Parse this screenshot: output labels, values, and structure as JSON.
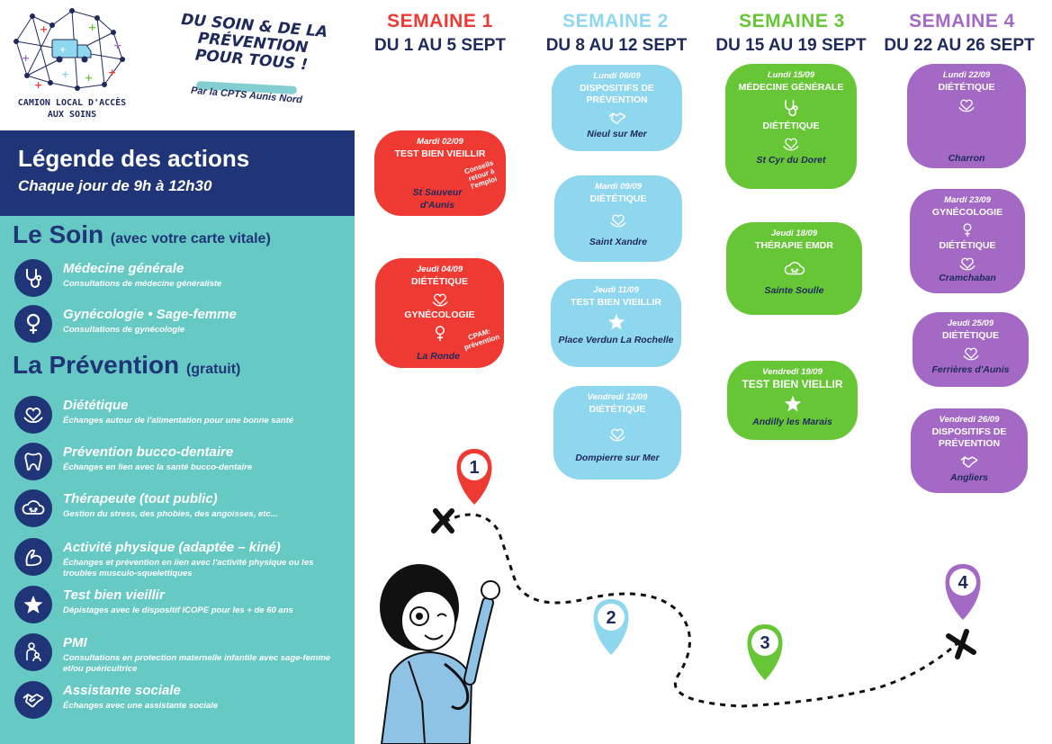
{
  "brand": {
    "logo_caption_line1": "CAMION LOCAL D'ACCÈS",
    "logo_caption_line2": "AUX SOINS",
    "slogan_line1": "DU SOIN & DE LA",
    "slogan_line2": "PRÉVENTION",
    "slogan_line3": "POUR TOUS !",
    "slogan_sub": "Par la CPTS Aunis Nord"
  },
  "legend": {
    "title": "Légende des actions",
    "subtitle": "Chaque jour de 9h à 12h30",
    "soin": {
      "title": "Le Soin",
      "note": "(avec votre carte vitale)",
      "items": [
        {
          "name": "Médecine générale",
          "desc": "Consultations de médecine généraliste",
          "icon": "stethoscope-icon"
        },
        {
          "name": "Gynécologie • Sage-femme",
          "desc": "Consultations de gynécologie",
          "icon": "female-icon"
        }
      ]
    },
    "prevention": {
      "title": "La Prévention",
      "note": "(gratuit)",
      "items": [
        {
          "name": "Diététique",
          "desc": "Échanges autour de l'alimentation pour une bonne santé",
          "icon": "heart-hands-icon"
        },
        {
          "name": "Prévention bucco-dentaire",
          "desc": "Échanges en lien avec la santé bucco-dentaire",
          "icon": "tooth-icon"
        },
        {
          "name": "Thérapeute (tout public)",
          "desc": "Gestion du stress, des phobies, des angoisses, etc...",
          "icon": "cloud-icon"
        },
        {
          "name": "Activité physique (adaptée – kiné)",
          "desc": "Échanges et prévention en lien avec l'activité physique ou les troubles musculo-squelettiques",
          "icon": "muscle-arm-icon"
        },
        {
          "name": "Test bien vieillir",
          "desc": "Dépistages avec le dispositif ICOPE pour les + de 60 ans",
          "icon": "star-icon"
        },
        {
          "name": "PMI",
          "desc": "Consultations en protection maternelle infantile avec sage-femme et/ou puéricultrice",
          "icon": "mother-child-icon"
        },
        {
          "name": "Assistante sociale",
          "desc": "Échanges avec une assistante sociale",
          "icon": "handshake-icon"
        }
      ]
    }
  },
  "colors": {
    "navy": "#1f3577",
    "teal": "#66c9c4",
    "week1": "#ef3a34",
    "week2": "#8fd6ef",
    "week3": "#66c636",
    "week4": "#a369c4"
  },
  "weeks": [
    {
      "title": "SEMAINE 1",
      "dates": "DU 1 AU 5 SEPT",
      "cards": [
        {
          "date": "Mardi 02/09",
          "actions": [
            "TEST BIEN VIEILLIR"
          ],
          "location": "St Sauveur d'Aunis",
          "note": "Conseils retour à l'emploi"
        },
        {
          "date": "Jeudi 04/09",
          "actions": [
            "DIÉTÉTIQUE",
            "GYNÉCOLOGIE"
          ],
          "location": "La Ronde",
          "note": "CPAM: prévention"
        }
      ]
    },
    {
      "title": "SEMAINE 2",
      "dates": "DU 8 AU 12 SEPT",
      "cards": [
        {
          "date": "Lundi 08/09",
          "actions": [
            "DISPOSITIFS DE PRÉVENTION"
          ],
          "location": "Nieul sur Mer"
        },
        {
          "date": "Mardi 09/09",
          "actions": [
            "DIÉTÉTIQUE"
          ],
          "location": "Saint Xandre"
        },
        {
          "date": "Jeudi 11/09",
          "actions": [
            "TEST BIEN VIEILLIR"
          ],
          "location": "Place Verdun La Rochelle"
        },
        {
          "date": "Vendredi 12/09",
          "actions": [
            "DIÉTÉTIQUE"
          ],
          "location": "Dompierre sur Mer"
        }
      ]
    },
    {
      "title": "SEMAINE 3",
      "dates": "DU 15 AU 19 SEPT",
      "cards": [
        {
          "date": "Lundi 15/09",
          "actions": [
            "MÉDECINE GÉNÉRALE",
            "DIÉTÉTIQUE"
          ],
          "location": "St Cyr du Doret"
        },
        {
          "date": "Jeudi 18/09",
          "actions": [
            "THÉRAPIE EMDR"
          ],
          "location": "Sainte Soulle"
        },
        {
          "date": "Vendredi 19/09",
          "actions": [
            "TEST BIEN VIELLIR"
          ],
          "location": "Andilly les Marais"
        }
      ]
    },
    {
      "title": "SEMAINE 4",
      "dates": "DU 22 AU 26 SEPT",
      "cards": [
        {
          "date": "Lundi 22/09",
          "actions": [
            "DIÉTÉTIQUE"
          ],
          "location": "Charron"
        },
        {
          "date": "Mardi 23/09",
          "actions": [
            "GYNÉCOLOGIE",
            "DIÉTÉTIQUE"
          ],
          "location": "Cramchaban"
        },
        {
          "date": "Jeudi 25/09",
          "actions": [
            "DIÉTÉTIQUE"
          ],
          "location": "Ferrières d'Aunis"
        },
        {
          "date": "Vendredi 26/09",
          "actions": [
            "DISPOSITIFS DE PRÉVENTION"
          ],
          "location": "Angliers"
        }
      ]
    }
  ],
  "pins": [
    "1",
    "2",
    "3",
    "4"
  ]
}
